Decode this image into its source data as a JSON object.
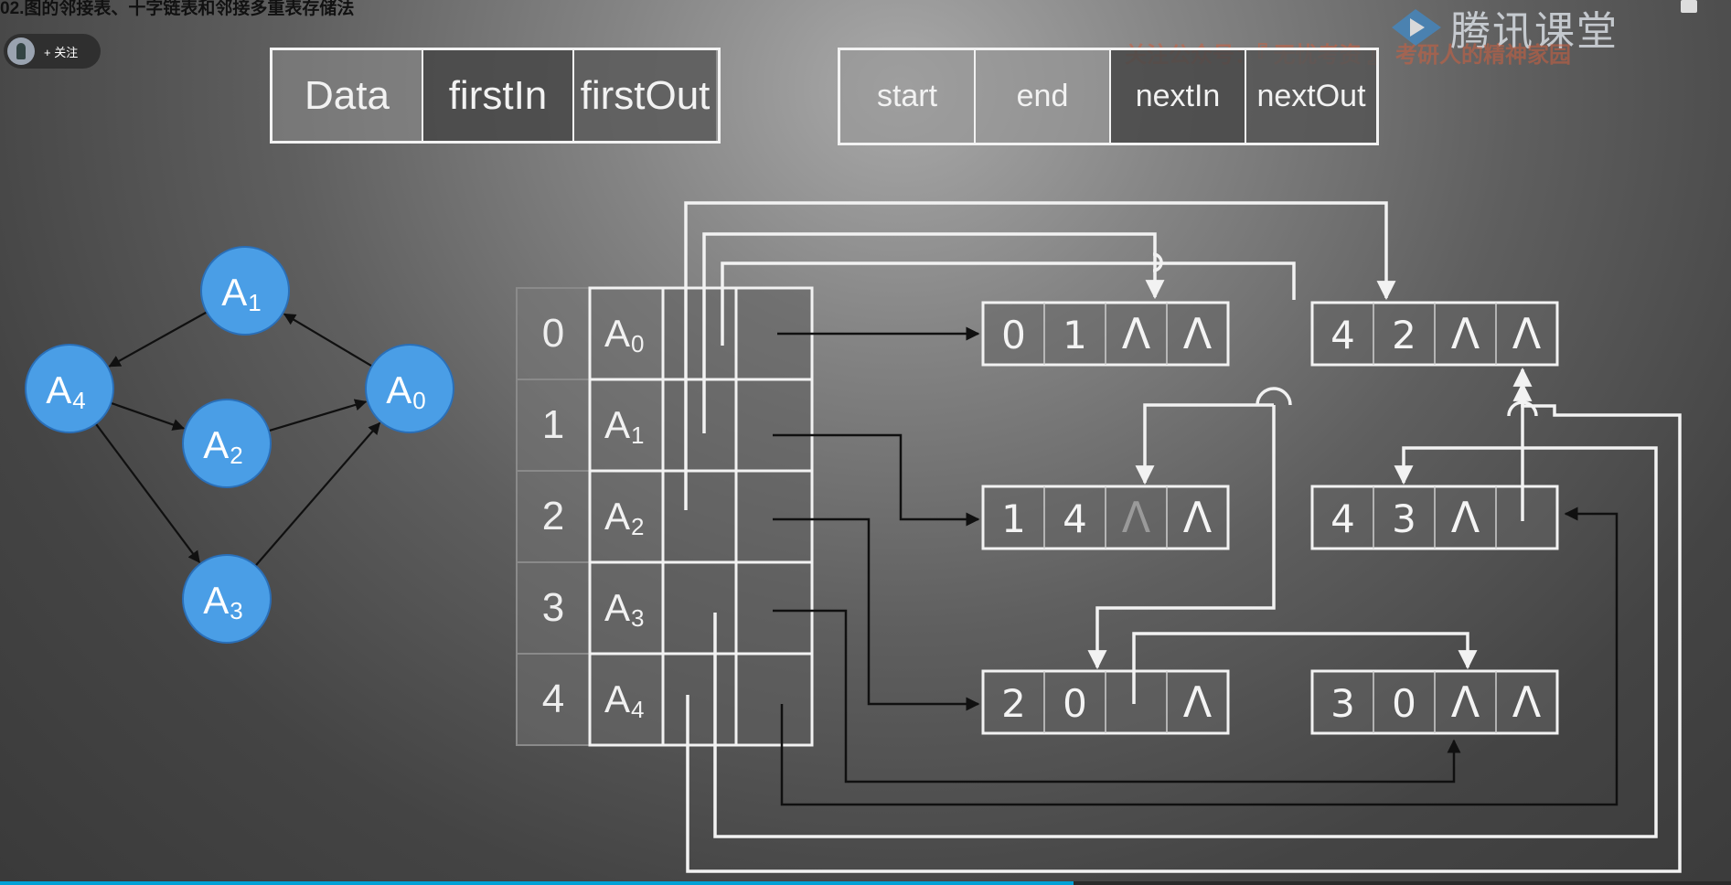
{
  "header": {
    "title": "02.图的邻接表、十字链表和邻接多重表存储法",
    "follow_label": "+ 关注"
  },
  "watermark": {
    "brand": "腾讯课堂",
    "sub": "关注公众号：『 无忧考资 』 考研人的精神家园"
  },
  "vertex_node_struct": [
    "Data",
    "firstIn",
    "firstOut"
  ],
  "edge_node_struct": [
    "start",
    "end",
    "nextIn",
    "nextOut"
  ],
  "graph": {
    "nodes": [
      {
        "id": "A1",
        "base": "A",
        "sub": "1"
      },
      {
        "id": "A4",
        "base": "A",
        "sub": "4"
      },
      {
        "id": "A2",
        "base": "A",
        "sub": "2"
      },
      {
        "id": "A0",
        "base": "A",
        "sub": "0"
      },
      {
        "id": "A3",
        "base": "A",
        "sub": "3"
      }
    ],
    "edges": [
      {
        "from": "A1",
        "to": "A4"
      },
      {
        "from": "A0",
        "to": "A1"
      },
      {
        "from": "A4",
        "to": "A2"
      },
      {
        "from": "A2",
        "to": "A0"
      },
      {
        "from": "A4",
        "to": "A3"
      },
      {
        "from": "A3",
        "to": "A0"
      }
    ]
  },
  "vertex_table": [
    {
      "index": "0",
      "base": "A",
      "sub": "0"
    },
    {
      "index": "1",
      "base": "A",
      "sub": "1"
    },
    {
      "index": "2",
      "base": "A",
      "sub": "2"
    },
    {
      "index": "3",
      "base": "A",
      "sub": "3"
    },
    {
      "index": "4",
      "base": "A",
      "sub": "4"
    }
  ],
  "edge_nodes": [
    {
      "id": "e01",
      "cells": [
        "0",
        "1",
        "Λ",
        "Λ"
      ]
    },
    {
      "id": "e14",
      "cells": [
        "1",
        "4",
        "Λ",
        "Λ"
      ],
      "dim_cell": 2
    },
    {
      "id": "e20",
      "cells": [
        "2",
        "0",
        "",
        "Λ"
      ]
    },
    {
      "id": "e42",
      "cells": [
        "4",
        "2",
        "Λ",
        "Λ"
      ]
    },
    {
      "id": "e43",
      "cells": [
        "4",
        "3",
        "Λ",
        ""
      ]
    },
    {
      "id": "e30",
      "cells": [
        "3",
        "0",
        "Λ",
        "Λ"
      ]
    }
  ],
  "colors": {
    "node_fill": "#4a9ee6",
    "node_stroke": "#2a6fb8",
    "line_white": "#f2f2f2",
    "line_black": "#101010",
    "progress": "#00a1d6"
  },
  "progress_fraction": 0.62
}
